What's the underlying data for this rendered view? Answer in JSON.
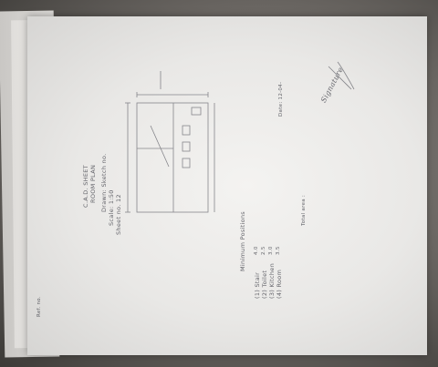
{
  "notes": {
    "header_line_1": "C.A.D. SHEET",
    "header_line_2": "ROOM PLAN",
    "date_text": "Date: 12-04-",
    "left_block": {
      "line_1": "Drawn: Sketch no.",
      "line_2": "Scale: 1:50",
      "line_3": "Sheet no. 12"
    },
    "stamp_text": "Ref. no.",
    "heading": "Minimum Positions",
    "list": [
      "(1) Stair",
      "(2) Toilet",
      "(3) Kitchen",
      "(4) Room"
    ],
    "list_values": [
      "4.0",
      "2.5",
      "3.0",
      "3.5"
    ],
    "side_note": "Total area :",
    "signature": "Signature"
  }
}
